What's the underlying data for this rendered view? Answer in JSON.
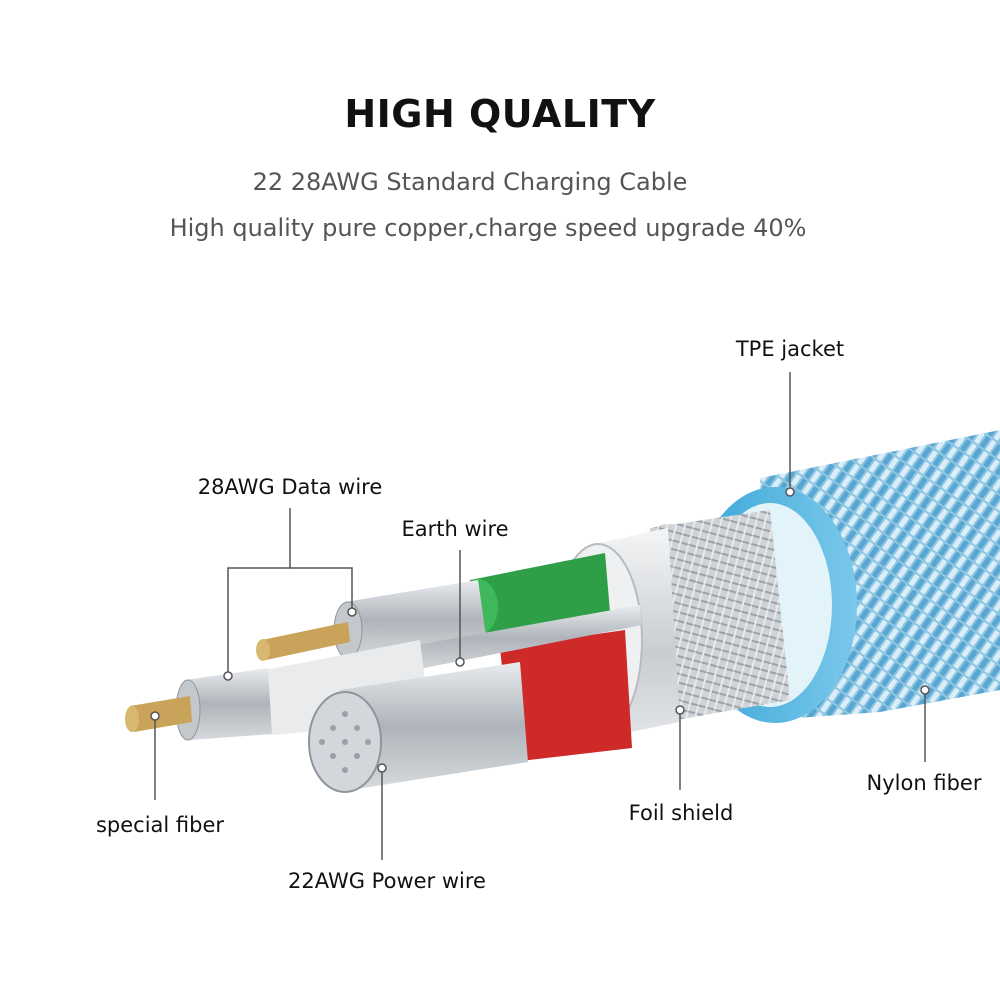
{
  "header": {
    "title": "HIGH QUALITY",
    "subtitle": "22 28AWG Standard Charging Cable",
    "tagline": "High quality pure copper,charge speed upgrade 40%"
  },
  "labels": {
    "tpe_jacket": "TPE jacket",
    "data_wire": "28AWG Data wire",
    "earth_wire": "Earth wire",
    "special_fiber": "special fiber",
    "foil_shield": "Foil shield",
    "nylon_fiber": "Nylon fiber",
    "power_wire": "22AWG Power wire"
  },
  "colors": {
    "jacket_blue": "#4fb3e0",
    "braid_blue": "#9ccfe6",
    "green_insulation": "#2e9e47",
    "red_insulation": "#cf2a2a",
    "copper_fiber": "#c9a35a",
    "silver_wire": "#b9bec4"
  }
}
